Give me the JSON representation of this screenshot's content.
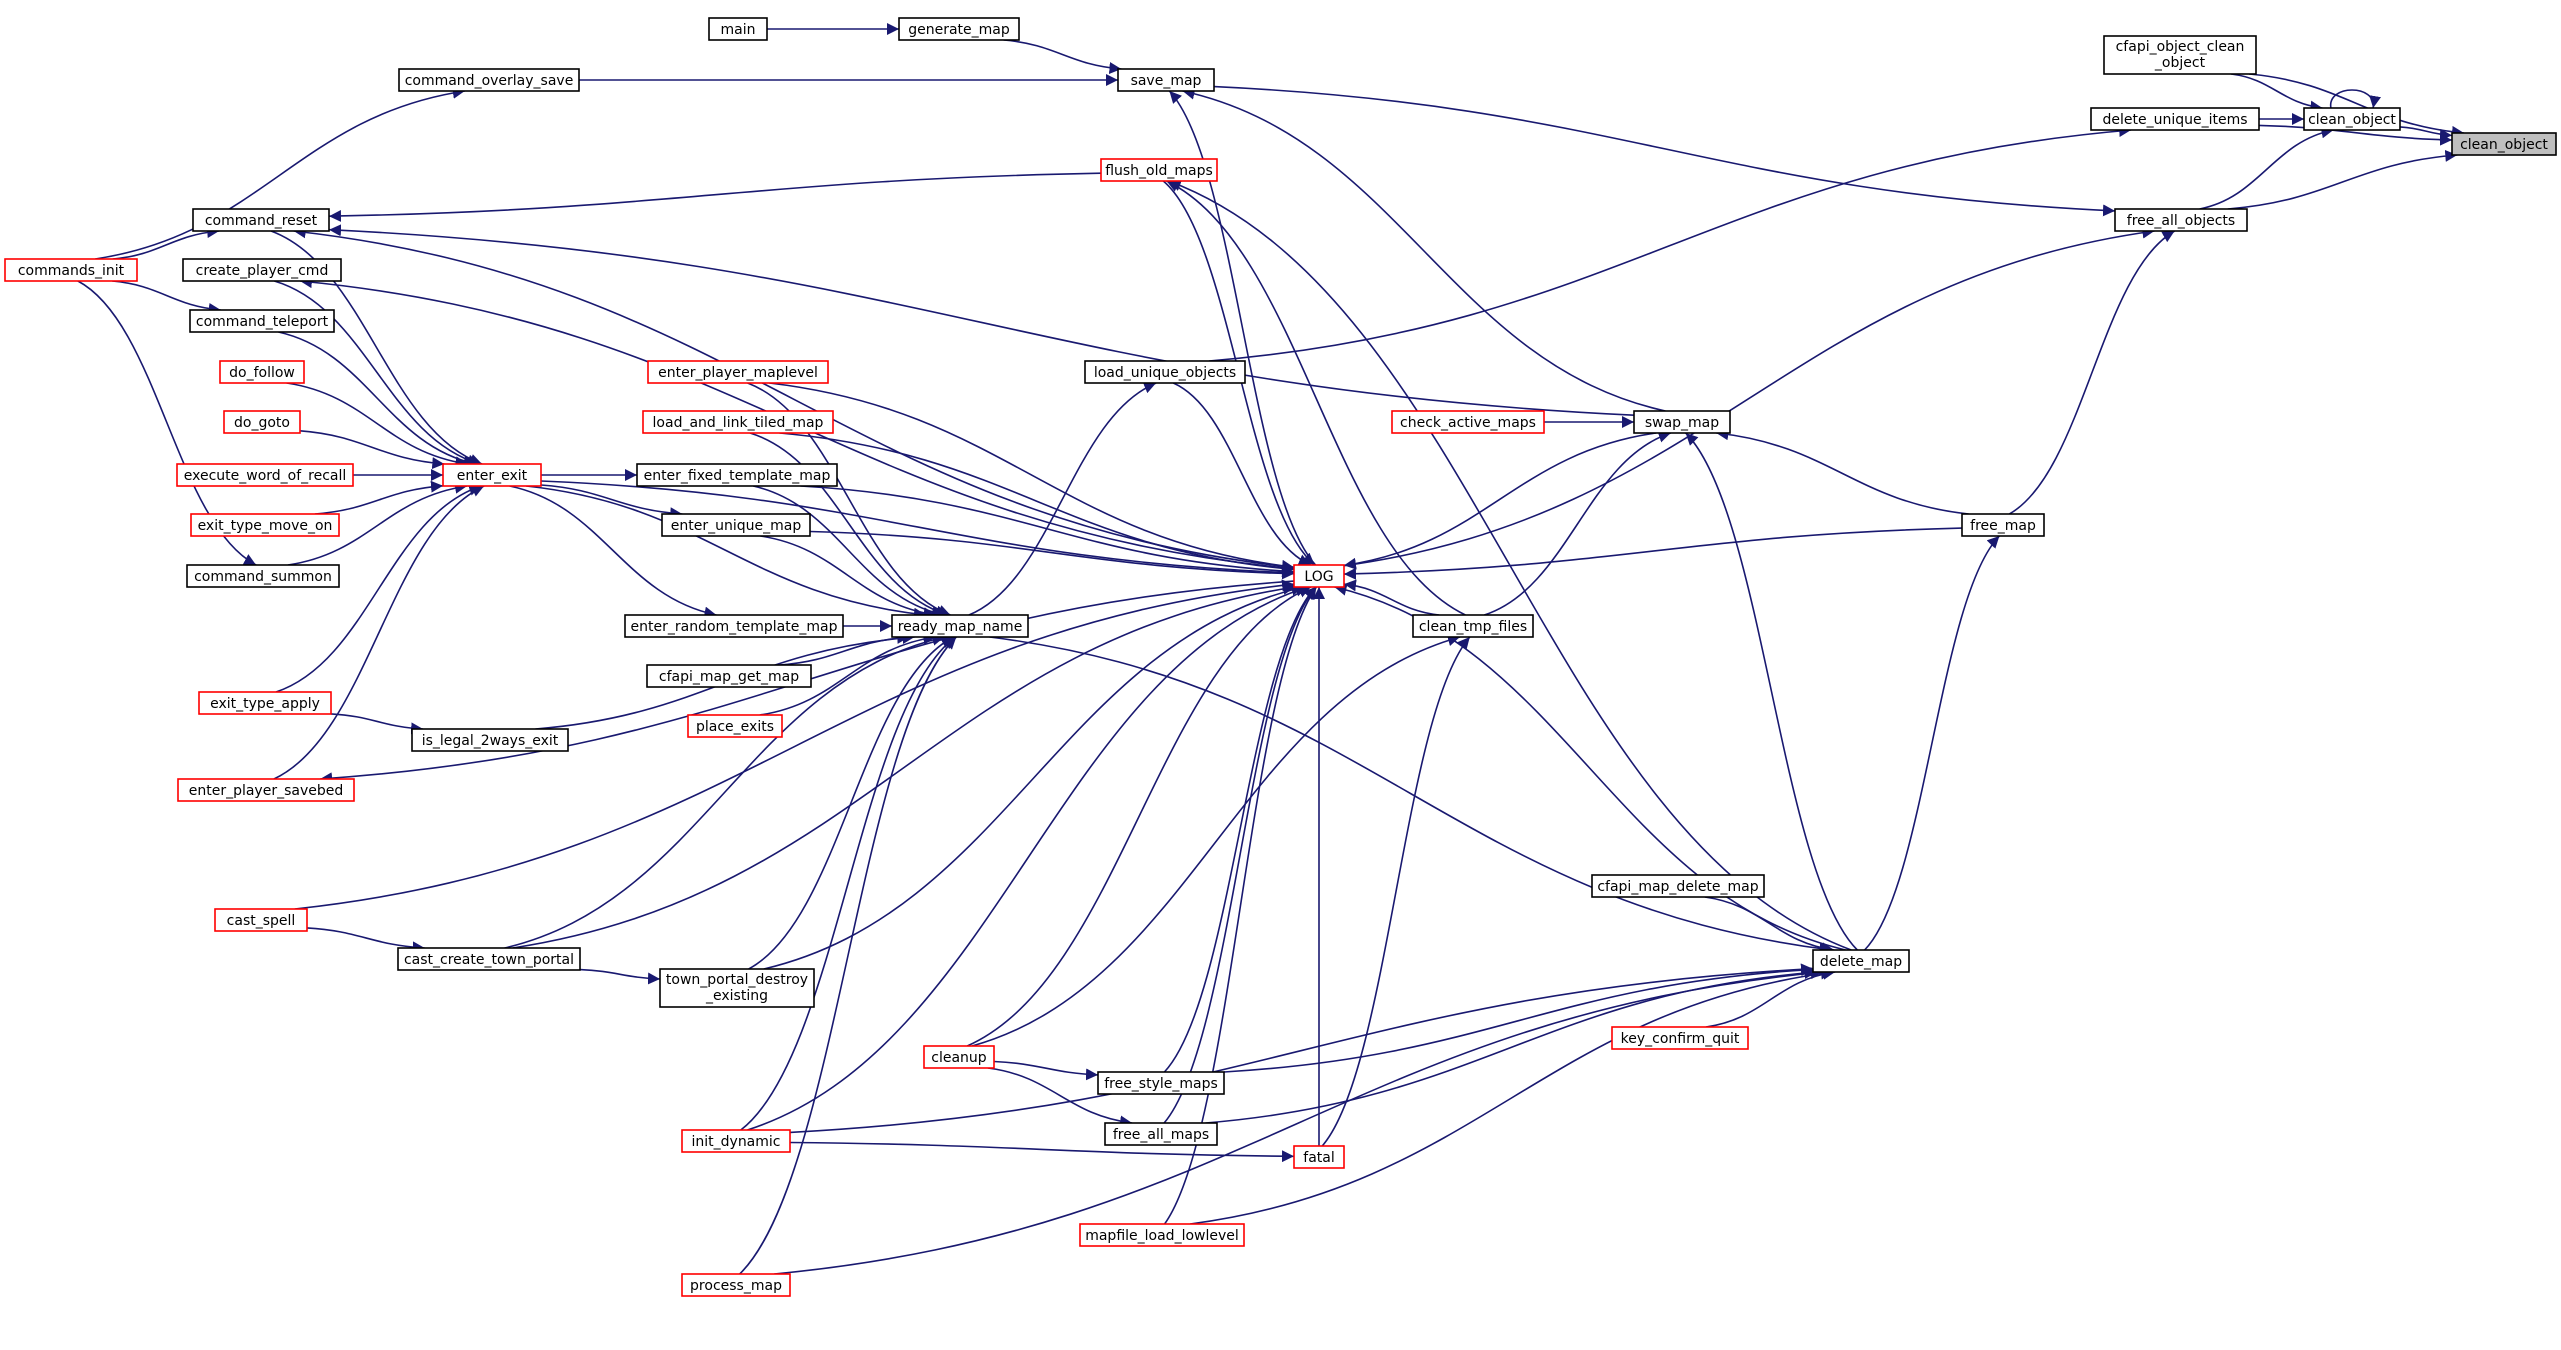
{
  "colors": {
    "edge": "#191970",
    "node_border_default": "#000000",
    "node_border_highlight": "#ff0000",
    "focus_fill": "#bfbfbf",
    "node_fill": "#ffffff"
  },
  "nodes": [
    {
      "id": "main",
      "label": "main",
      "style": "normal"
    },
    {
      "id": "generate_map",
      "label": "generate_map",
      "style": "normal"
    },
    {
      "id": "save_map",
      "label": "save_map",
      "style": "normal"
    },
    {
      "id": "command_overlay_save",
      "label": "command_overlay_save",
      "style": "normal"
    },
    {
      "id": "cfapi_object_clean_object",
      "label": [
        "cfapi_object_clean",
        "_object"
      ],
      "style": "normal"
    },
    {
      "id": "clean_object",
      "label": "clean_object",
      "style": "normal"
    },
    {
      "id": "clean_object_focus",
      "label": "clean_object",
      "style": "focus"
    },
    {
      "id": "delete_unique_items",
      "label": "delete_unique_items",
      "style": "normal"
    },
    {
      "id": "flush_old_maps",
      "label": "flush_old_maps",
      "style": "red"
    },
    {
      "id": "command_reset",
      "label": "command_reset",
      "style": "normal"
    },
    {
      "id": "free_all_objects",
      "label": "free_all_objects",
      "style": "normal"
    },
    {
      "id": "commands_init",
      "label": "commands_init",
      "style": "red"
    },
    {
      "id": "create_player_cmd",
      "label": "create_player_cmd",
      "style": "normal"
    },
    {
      "id": "command_teleport",
      "label": "command_teleport",
      "style": "normal"
    },
    {
      "id": "load_unique_objects",
      "label": "load_unique_objects",
      "style": "normal"
    },
    {
      "id": "do_follow",
      "label": "do_follow",
      "style": "red"
    },
    {
      "id": "enter_player_maplevel",
      "label": "enter_player_maplevel",
      "style": "red"
    },
    {
      "id": "do_goto",
      "label": "do_goto",
      "style": "red"
    },
    {
      "id": "load_and_link_tiled_map",
      "label": "load_and_link_tiled_map",
      "style": "red"
    },
    {
      "id": "check_active_maps",
      "label": "check_active_maps",
      "style": "red"
    },
    {
      "id": "swap_map",
      "label": "swap_map",
      "style": "normal"
    },
    {
      "id": "execute_word_of_recall",
      "label": "execute_word_of_recall",
      "style": "red"
    },
    {
      "id": "enter_exit",
      "label": "enter_exit",
      "style": "red"
    },
    {
      "id": "enter_fixed_template_map",
      "label": "enter_fixed_template_map",
      "style": "normal"
    },
    {
      "id": "exit_type_move_on",
      "label": "exit_type_move_on",
      "style": "red"
    },
    {
      "id": "enter_unique_map",
      "label": "enter_unique_map",
      "style": "normal"
    },
    {
      "id": "free_map",
      "label": "free_map",
      "style": "normal"
    },
    {
      "id": "command_summon",
      "label": "command_summon",
      "style": "normal"
    },
    {
      "id": "LOG",
      "label": "LOG",
      "style": "red"
    },
    {
      "id": "enter_random_template_map",
      "label": "enter_random_template_map",
      "style": "normal"
    },
    {
      "id": "ready_map_name",
      "label": "ready_map_name",
      "style": "normal"
    },
    {
      "id": "clean_tmp_files",
      "label": "clean_tmp_files",
      "style": "normal"
    },
    {
      "id": "cfapi_map_get_map",
      "label": "cfapi_map_get_map",
      "style": "normal"
    },
    {
      "id": "exit_type_apply",
      "label": "exit_type_apply",
      "style": "red"
    },
    {
      "id": "place_exits",
      "label": "place_exits",
      "style": "red"
    },
    {
      "id": "is_legal_2ways_exit",
      "label": "is_legal_2ways_exit",
      "style": "normal"
    },
    {
      "id": "enter_player_savebed",
      "label": "enter_player_savebed",
      "style": "red"
    },
    {
      "id": "cfapi_map_delete_map",
      "label": "cfapi_map_delete_map",
      "style": "normal"
    },
    {
      "id": "cast_spell",
      "label": "cast_spell",
      "style": "red"
    },
    {
      "id": "cast_create_town_portal",
      "label": "cast_create_town_portal",
      "style": "normal"
    },
    {
      "id": "delete_map",
      "label": "delete_map",
      "style": "normal"
    },
    {
      "id": "town_portal_destroy_existing",
      "label": [
        "town_portal_destroy",
        "_existing"
      ],
      "style": "normal"
    },
    {
      "id": "key_confirm_quit",
      "label": "key_confirm_quit",
      "style": "red"
    },
    {
      "id": "cleanup",
      "label": "cleanup",
      "style": "red"
    },
    {
      "id": "free_style_maps",
      "label": "free_style_maps",
      "style": "normal"
    },
    {
      "id": "free_all_maps",
      "label": "free_all_maps",
      "style": "normal"
    },
    {
      "id": "init_dynamic",
      "label": "init_dynamic",
      "style": "red"
    },
    {
      "id": "fatal",
      "label": "fatal",
      "style": "red"
    },
    {
      "id": "mapfile_load_lowlevel",
      "label": "mapfile_load_lowlevel",
      "style": "red"
    },
    {
      "id": "process_map",
      "label": "process_map",
      "style": "red"
    }
  ],
  "edges": [
    {
      "from": "main",
      "to": "generate_map"
    },
    {
      "from": "generate_map",
      "to": "save_map"
    },
    {
      "from": "command_overlay_save",
      "to": "save_map"
    },
    {
      "from": "commands_init",
      "to": "command_overlay_save"
    },
    {
      "from": "commands_init",
      "to": "command_reset"
    },
    {
      "from": "commands_init",
      "to": "command_teleport"
    },
    {
      "from": "commands_init",
      "to": "command_summon"
    },
    {
      "from": "cfapi_object_clean_object",
      "to": "clean_object"
    },
    {
      "from": "cfapi_object_clean_object",
      "to": "clean_object_focus"
    },
    {
      "from": "clean_object",
      "to": "clean_object"
    },
    {
      "from": "clean_object",
      "to": "clean_object_focus"
    },
    {
      "from": "delete_unique_items",
      "to": "clean_object"
    },
    {
      "from": "delete_unique_items",
      "to": "clean_object_focus"
    },
    {
      "from": "free_all_objects",
      "to": "clean_object"
    },
    {
      "from": "free_all_objects",
      "to": "clean_object_focus"
    },
    {
      "from": "load_unique_objects",
      "to": "delete_unique_items"
    },
    {
      "from": "save_map",
      "to": "free_all_objects"
    },
    {
      "from": "free_map",
      "to": "free_all_objects"
    },
    {
      "from": "LOG",
      "to": "free_all_objects"
    },
    {
      "from": "swap_map",
      "to": "save_map"
    },
    {
      "from": "LOG",
      "to": "save_map"
    },
    {
      "from": "flush_old_maps",
      "to": "command_reset"
    },
    {
      "from": "swap_map",
      "to": "command_reset"
    },
    {
      "from": "LOG",
      "to": "command_reset"
    },
    {
      "from": "LOG",
      "to": "create_player_cmd"
    },
    {
      "from": "command_reset",
      "to": "enter_exit"
    },
    {
      "from": "create_player_cmd",
      "to": "enter_exit"
    },
    {
      "from": "command_teleport",
      "to": "enter_exit"
    },
    {
      "from": "do_follow",
      "to": "enter_exit"
    },
    {
      "from": "do_goto",
      "to": "enter_exit"
    },
    {
      "from": "execute_word_of_recall",
      "to": "enter_exit"
    },
    {
      "from": "exit_type_move_on",
      "to": "enter_exit"
    },
    {
      "from": "command_summon",
      "to": "enter_exit"
    },
    {
      "from": "exit_type_apply",
      "to": "enter_exit"
    },
    {
      "from": "enter_player_savebed",
      "to": "enter_exit"
    },
    {
      "from": "enter_exit",
      "to": "enter_fixed_template_map"
    },
    {
      "from": "enter_exit",
      "to": "enter_unique_map"
    },
    {
      "from": "enter_exit",
      "to": "enter_random_template_map"
    },
    {
      "from": "enter_exit",
      "to": "ready_map_name"
    },
    {
      "from": "enter_exit",
      "to": "LOG"
    },
    {
      "from": "exit_type_apply",
      "to": "is_legal_2ways_exit"
    },
    {
      "from": "enter_player_maplevel",
      "to": "ready_map_name"
    },
    {
      "from": "load_and_link_tiled_map",
      "to": "ready_map_name"
    },
    {
      "from": "enter_fixed_template_map",
      "to": "ready_map_name"
    },
    {
      "from": "enter_unique_map",
      "to": "ready_map_name"
    },
    {
      "from": "enter_random_template_map",
      "to": "ready_map_name"
    },
    {
      "from": "cfapi_map_get_map",
      "to": "ready_map_name"
    },
    {
      "from": "place_exits",
      "to": "ready_map_name"
    },
    {
      "from": "is_legal_2ways_exit",
      "to": "ready_map_name"
    },
    {
      "from": "cast_create_town_portal",
      "to": "ready_map_name"
    },
    {
      "from": "town_portal_destroy_existing",
      "to": "ready_map_name"
    },
    {
      "from": "init_dynamic",
      "to": "ready_map_name"
    },
    {
      "from": "process_map",
      "to": "ready_map_name"
    },
    {
      "from": "ready_map_name",
      "to": "load_unique_objects"
    },
    {
      "from": "ready_map_name",
      "to": "delete_map"
    },
    {
      "from": "enter_player_maplevel",
      "to": "LOG"
    },
    {
      "from": "load_and_link_tiled_map",
      "to": "LOG"
    },
    {
      "from": "enter_fixed_template_map",
      "to": "LOG"
    },
    {
      "from": "enter_unique_map",
      "to": "LOG"
    },
    {
      "from": "load_unique_objects",
      "to": "LOG"
    },
    {
      "from": "flush_old_maps",
      "to": "LOG"
    },
    {
      "from": "swap_map",
      "to": "LOG"
    },
    {
      "from": "clean_tmp_files",
      "to": "LOG"
    },
    {
      "from": "free_map",
      "to": "LOG"
    },
    {
      "from": "delete_map",
      "to": "LOG"
    },
    {
      "from": "cast_spell",
      "to": "LOG"
    },
    {
      "from": "cast_create_town_portal",
      "to": "LOG"
    },
    {
      "from": "town_portal_destroy_existing",
      "to": "LOG"
    },
    {
      "from": "cleanup",
      "to": "LOG"
    },
    {
      "from": "free_style_maps",
      "to": "LOG"
    },
    {
      "from": "free_all_maps",
      "to": "LOG"
    },
    {
      "from": "init_dynamic",
      "to": "LOG"
    },
    {
      "from": "fatal",
      "to": "LOG"
    },
    {
      "from": "mapfile_load_lowlevel",
      "to": "LOG"
    },
    {
      "from": "LOG",
      "to": "enter_player_savebed"
    },
    {
      "from": "check_active_maps",
      "to": "swap_map"
    },
    {
      "from": "clean_tmp_files",
      "to": "swap_map"
    },
    {
      "from": "free_map",
      "to": "swap_map"
    },
    {
      "from": "delete_map",
      "to": "swap_map"
    },
    {
      "from": "delete_map",
      "to": "flush_old_maps"
    },
    {
      "from": "clean_tmp_files",
      "to": "flush_old_maps"
    },
    {
      "from": "delete_map",
      "to": "free_map"
    },
    {
      "from": "cleanup",
      "to": "clean_tmp_files"
    },
    {
      "from": "fatal",
      "to": "clean_tmp_files"
    },
    {
      "from": "cfapi_map_delete_map",
      "to": "delete_map"
    },
    {
      "from": "key_confirm_quit",
      "to": "delete_map"
    },
    {
      "from": "free_style_maps",
      "to": "delete_map"
    },
    {
      "from": "free_all_maps",
      "to": "delete_map"
    },
    {
      "from": "mapfile_load_lowlevel",
      "to": "delete_map"
    },
    {
      "from": "init_dynamic",
      "to": "delete_map"
    },
    {
      "from": "process_map",
      "to": "delete_map"
    },
    {
      "from": "cast_spell",
      "to": "cast_create_town_portal"
    },
    {
      "from": "cast_create_town_portal",
      "to": "town_portal_destroy_existing"
    },
    {
      "from": "cleanup",
      "to": "free_style_maps"
    },
    {
      "from": "cleanup",
      "to": "free_all_maps"
    },
    {
      "from": "init_dynamic",
      "to": "fatal"
    }
  ]
}
